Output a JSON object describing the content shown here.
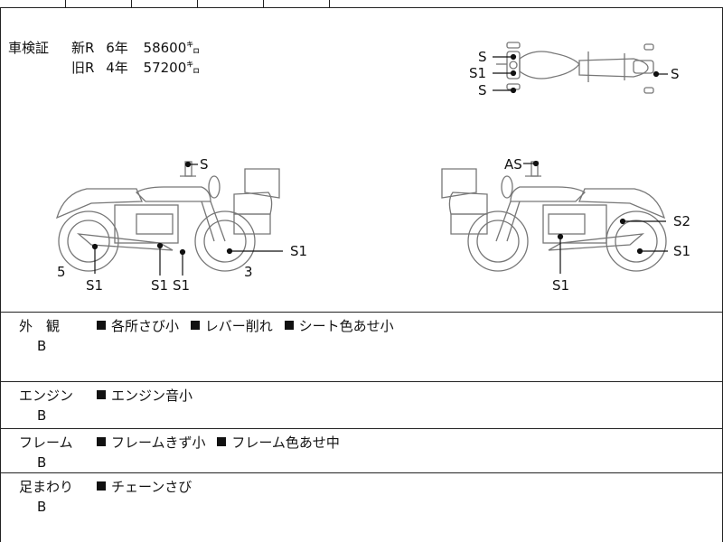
{
  "inspection": {
    "label": "車検証",
    "rows": [
      {
        "era": "新R",
        "years": "6年",
        "mileage": "58600㌔"
      },
      {
        "era": "旧R",
        "years": "4年",
        "mileage": "57200㌔"
      }
    ]
  },
  "diagram_marks": {
    "top_view": [
      "S",
      "S1",
      "S",
      "S"
    ],
    "left_side": [
      "S",
      "5",
      "S1",
      "S1",
      "S1",
      "3",
      "S1"
    ],
    "right_side": [
      "AS",
      "S2",
      "S1",
      "S1"
    ]
  },
  "conditions": [
    {
      "category": "外　観",
      "grade": "B",
      "notes": [
        "各所さび小",
        "レバー削れ",
        "シート色あせ小"
      ]
    },
    {
      "category": "エンジン",
      "grade": "B",
      "notes": [
        "エンジン音小"
      ]
    },
    {
      "category": "フレーム",
      "grade": "B",
      "notes": [
        "フレームきず小",
        "フレーム色あせ中"
      ]
    },
    {
      "category": "足まわり",
      "grade": "B",
      "notes": [
        "チェーンさび"
      ]
    }
  ]
}
